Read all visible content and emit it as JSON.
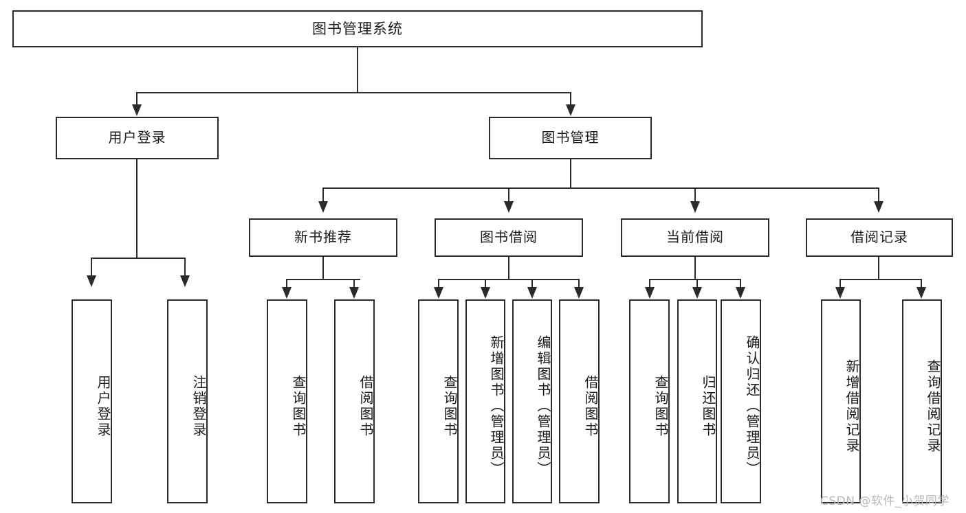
{
  "diagram": {
    "title": "图书管理系统",
    "type": "hierarchy-tree",
    "root": {
      "label": "图书管理系统"
    },
    "level2": [
      {
        "label": "用户登录"
      },
      {
        "label": "图书管理"
      }
    ],
    "level3": [
      {
        "label": "新书推荐"
      },
      {
        "label": "图书借阅"
      },
      {
        "label": "当前借阅"
      },
      {
        "label": "借阅记录"
      }
    ],
    "leaves": {
      "user_login": [
        {
          "label": "用户登录"
        },
        {
          "label": "注销登录"
        }
      ],
      "new_book_recommend": [
        {
          "label": "查询图书"
        },
        {
          "label": "借阅图书"
        }
      ],
      "book_borrow": [
        {
          "label": "查询图书"
        },
        {
          "label": "新增图书（管理员）"
        },
        {
          "label": "编辑图书（管理员）"
        },
        {
          "label": "借阅图书"
        }
      ],
      "current_borrow": [
        {
          "label": "查询图书"
        },
        {
          "label": "归还图书"
        },
        {
          "label": "确认归还（管理员）"
        }
      ],
      "borrow_record": [
        {
          "label": "新增借阅记录"
        },
        {
          "label": "查询借阅记录"
        }
      ]
    }
  },
  "watermark": {
    "text": "CSDN @软件_小贺同学"
  },
  "colors": {
    "stroke": "#2b2b2b",
    "background": "#ffffff",
    "text": "#1a1a1a",
    "watermark": "#b8b8b8"
  }
}
